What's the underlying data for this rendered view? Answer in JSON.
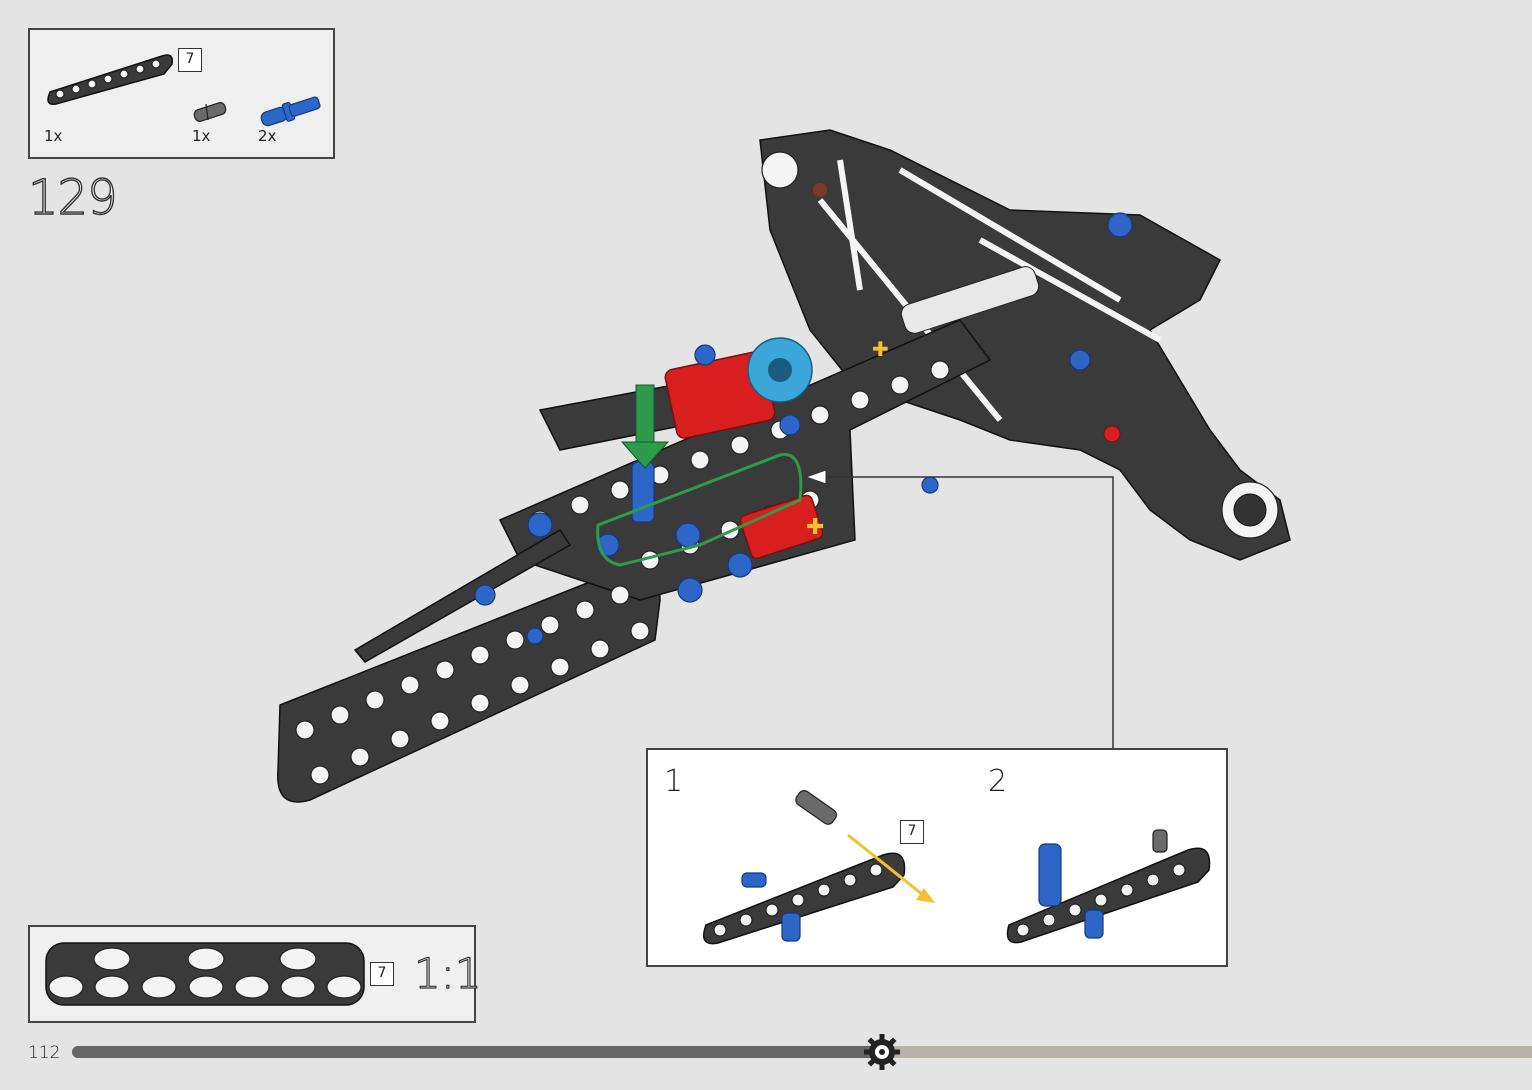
{
  "parts_list": {
    "items": [
      {
        "qty": "1x",
        "part": "beam",
        "length_tag": "7"
      },
      {
        "qty": "1x",
        "part": "gray-pin"
      },
      {
        "qty": "2x",
        "part": "blue-axle-pin"
      }
    ]
  },
  "step_number": "129",
  "subassembly": {
    "steps": [
      {
        "number": "1",
        "length_tag": "7"
      },
      {
        "number": "2"
      }
    ]
  },
  "scale_box": {
    "length_tag": "7",
    "scale": "1:1"
  },
  "page": {
    "number": "112",
    "progress": 0.555
  },
  "colors": {
    "beam": "#3a3a3a",
    "blue": "#2e66c8",
    "red": "#d81e1e",
    "green": "#2f9a4a",
    "azure": "#3aa7d8",
    "arrow": "#f2c12e"
  }
}
